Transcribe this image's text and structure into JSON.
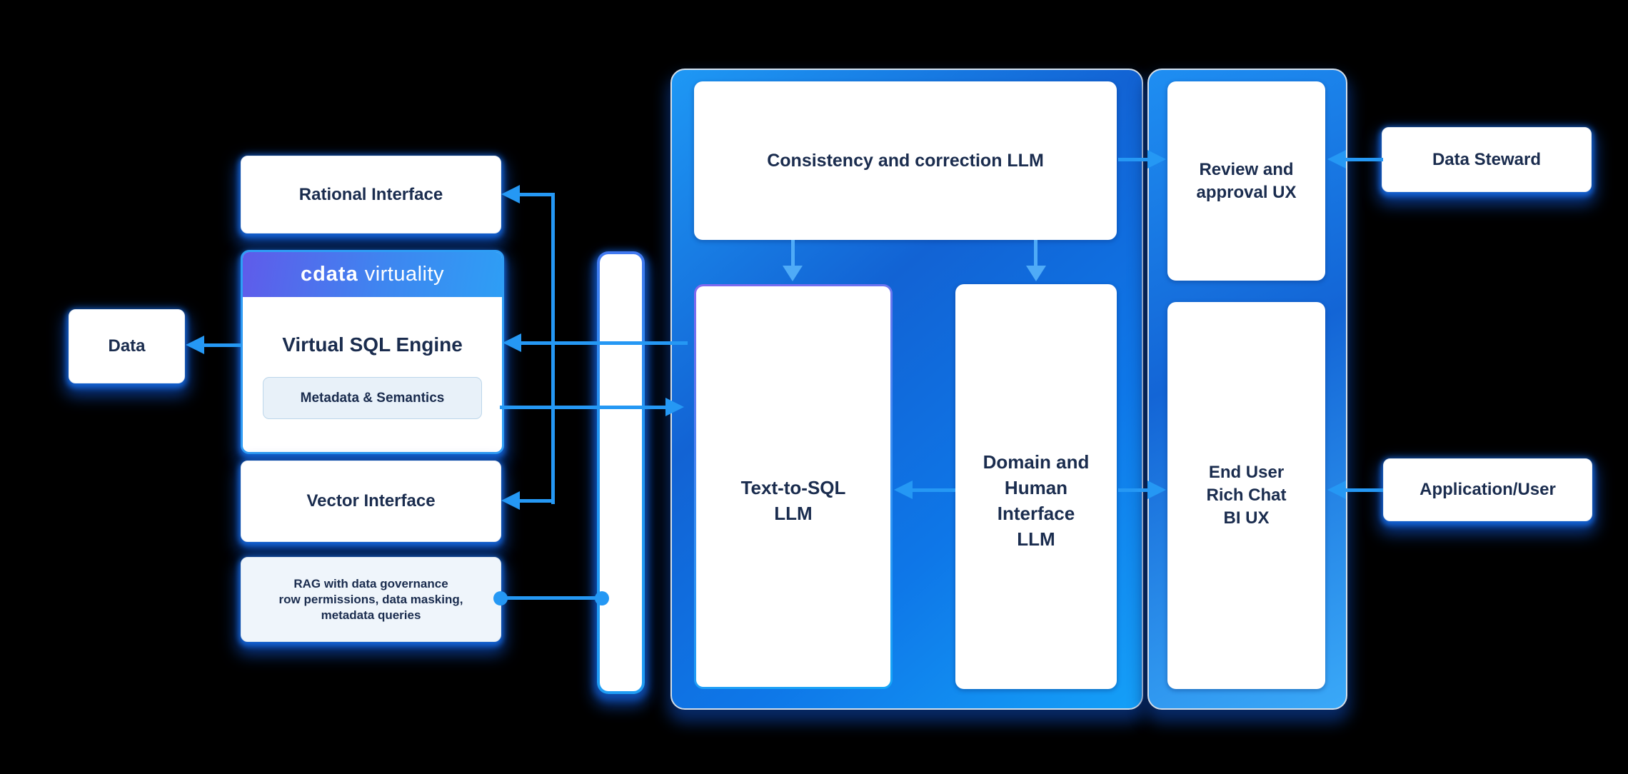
{
  "colors": {
    "background": "#000000",
    "line_blue": "#2598f4",
    "arrow_light_blue": "#4fabf7",
    "navy_text": "#1a2c4e",
    "container_blue_dark": "#1263d4",
    "container_blue_bright": "#15a0f8",
    "header_gradient_left": "#5f5bea",
    "header_gradient_right": "#2e9ef5",
    "pill_background": "#e8f1f9",
    "rag_background": "#eff5fb",
    "card_border": "#2f9df5",
    "purple_border": "#8468ef"
  },
  "nodes": {
    "data": {
      "label": "Data"
    },
    "rational_interface": {
      "label": "Rational Interface"
    },
    "cdata_card": {
      "logo_primary": "cdata",
      "logo_secondary": "virtuality",
      "title": "Virtual SQL Engine",
      "pill": "Metadata & Semantics"
    },
    "vector_interface": {
      "label": "Vector Interface"
    },
    "rag": {
      "lines": [
        "RAG with data governance",
        "row permissions, data masking,",
        "metadata queries"
      ]
    },
    "consistency_llm": {
      "label": "Consistency and correction LLM"
    },
    "text_to_sql_llm": {
      "lines": [
        "Text-to-SQL",
        "LLM"
      ]
    },
    "domain_llm": {
      "lines": [
        "Domain and",
        "Human",
        "Interface",
        "LLM"
      ]
    },
    "review_ux": {
      "lines": [
        "Review and",
        "approval UX"
      ]
    },
    "end_user_ux": {
      "lines": [
        "End User",
        "Rich Chat",
        "BI UX"
      ]
    },
    "data_steward": {
      "label": "Data Steward"
    },
    "application_user": {
      "label": "Application/User"
    }
  }
}
